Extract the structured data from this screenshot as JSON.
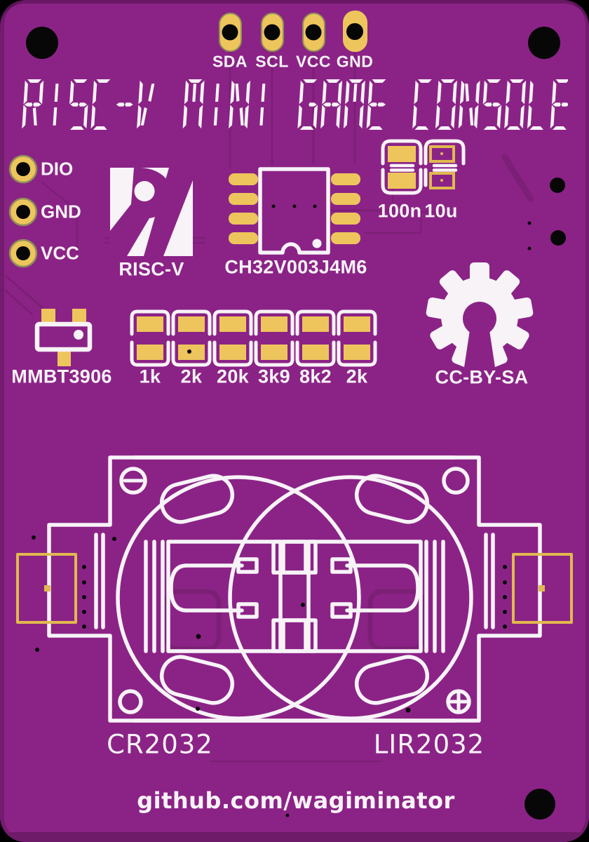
{
  "board": {
    "name": "RISC-V Mini Game Console PCB (back side)",
    "title": "RISC-V MINI GAME CONSOLE",
    "colors": {
      "board": "#8B2386",
      "pad_gold": "#EDC55C",
      "silkscreen": "#F7F3F7",
      "trace": "#7C1F76",
      "drill": "#070707",
      "edge": "#6E1B69",
      "gold_outline": "#E0B94F"
    },
    "top_pads": {
      "labels": [
        "SDA",
        "SCL",
        "VCC",
        "GND"
      ]
    },
    "left_pads": {
      "labels": [
        "DIO",
        "GND",
        "VCC"
      ]
    },
    "logo": {
      "label": "RISC-V"
    },
    "mcu": {
      "label": "CH32V003J4M6"
    },
    "capacitors": {
      "labels": [
        "100n",
        "10u"
      ]
    },
    "transistor": {
      "label": "MMBT3906"
    },
    "resistors": {
      "labels": [
        "1k",
        "2k",
        "20k",
        "3k9",
        "8k2",
        "2k"
      ]
    },
    "license": {
      "label": "CC-BY-SA"
    },
    "battery_holders": {
      "left_label": "CR2032",
      "right_label": "LIR2032"
    },
    "footer": {
      "url": "github.com/wagiminator"
    }
  }
}
